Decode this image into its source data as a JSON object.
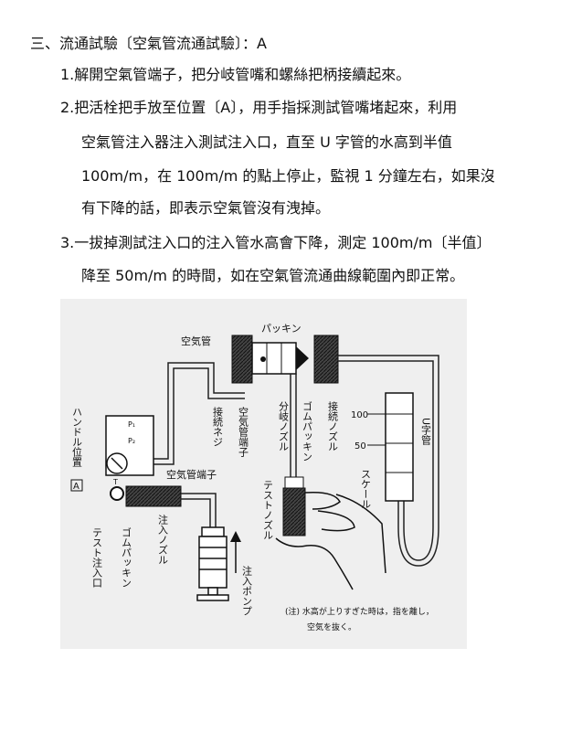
{
  "heading": "三、流通試驗〔空氣管流通試驗〕：A",
  "steps": {
    "s1": "1.解開空氣管端子，把分岐管嘴和螺絲把柄接續起來。",
    "s2a": "2.把活栓把手放至位置〔A〕，用手指採測試管嘴堵起來，利用",
    "s2b": "空氣管注入器注入測試注入口，直至 U 字管的水高到半值",
    "s2c": "100m/m，在 100m/m 的點上停止，監視 1 分鐘左右，如果沒",
    "s2d": "有下降的話，即表示空氣管沒有洩掉。",
    "s3a": "3.一拔掉測試注入口的注入管水高會下降，測定 100m/m〔半值〕",
    "s3b": "降至 50m/m 的時間，如在空氣管流通曲線範圍內即正常。"
  },
  "figure": {
    "label_packing": "パッキン",
    "label_air_tube": "空気管",
    "label_handle_position": "ハンドル位置",
    "label_handle_A": "A",
    "label_p1": "P₁",
    "label_p2": "P₂",
    "label_t": "T",
    "label_connect_screw": "接続ネジ",
    "label_air_tube_terminal_v": "空気管端子",
    "label_branch_nozzle": "分岐ノズル",
    "label_rubber_packing_right": "ゴムパッキン",
    "label_connect_nozzle": "接続ノズル",
    "label_air_tube_terminal_h": "空気管端子",
    "label_test_nozzle_right": "テストノズル",
    "label_scale_100": "100",
    "label_scale_50": "50",
    "label_scale": "スケール",
    "label_u_tube": "U字管",
    "label_test_inlet": "テスト注入口",
    "label_rubber_packing_left": "ゴムパッキン",
    "label_inject_nozzle": "注入ノズル",
    "label_inject_pump": "注入ポンプ",
    "note_line1": "(注) 水高が上りすぎた時は，指を離し，",
    "note_line2": "空気を抜く。"
  }
}
